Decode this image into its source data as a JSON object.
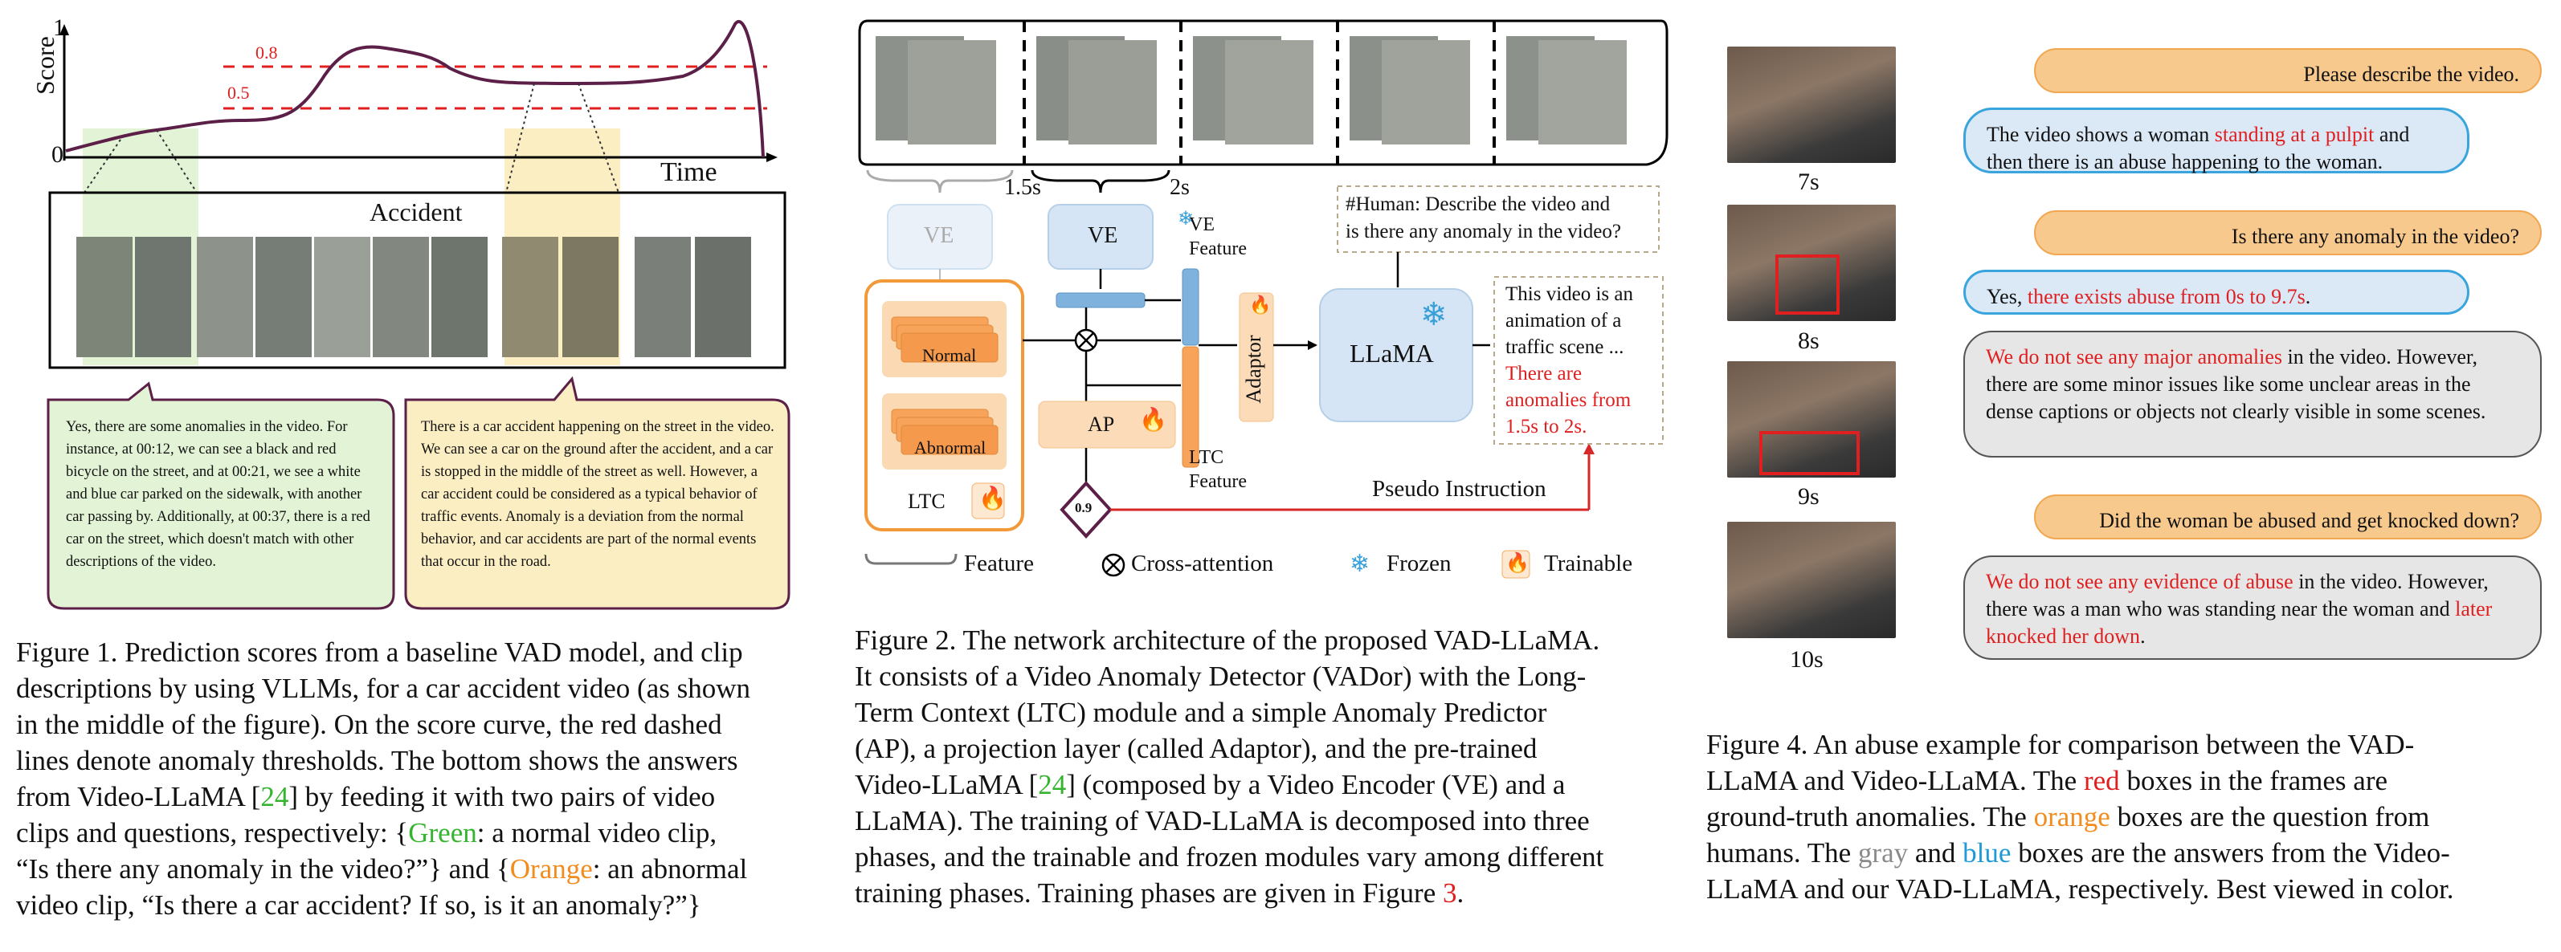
{
  "fig1": {
    "axis_score": "Score",
    "axis_time": "Time",
    "tick_1": "1",
    "tick_0": "0",
    "thr_08": "0.8",
    "thr_05": "0.5",
    "strip_title": "Accident",
    "green_bubble": "Yes, there are some anomalies in the video. For instance, at 00:12, we can see a black and red bicycle on the street, and at 00:21, we see a white and blue car parked on the sidewalk, with another car passing by. Additionally, at 00:37, there is a red car on the street, which doesn't match with other descriptions of the video.",
    "orange_bubble": "There is a car accident happening on the street in the video. We can see a car on the ground after the accident, and a car is stopped in the middle of the street as well. However, a car accident could be considered as a typical behavior of traffic events. Anomaly is a deviation from the normal behavior, and car accidents are part of the normal events that occur in the road.",
    "caption_lines": [
      "Figure 1.  Prediction scores from a baseline VAD model, and clip",
      "descriptions by using VLLMs, for a car accident video (as shown",
      "in the middle of the figure).  On the score curve, the red dashed",
      "lines denote anomaly thresholds.  The bottom shows the answers",
      "from Video-LLaMA [",
      "24",
      "] by feeding it with two pairs of video",
      "clips and questions, respectively: {",
      "Green",
      ": a normal video clip,",
      "“Is there any anomaly in the video?”} and {",
      "Orange",
      ": an abnormal",
      "video clip, “Is there a car accident? If so, is it an anomaly?”}"
    ]
  },
  "fig2": {
    "t15": "1.5s",
    "t2": "2s",
    "ve": "VE",
    "ve_feature": "VE\nFeature",
    "ve_feature_l1": "VE",
    "ve_feature_l2": "Feature",
    "ltc_feature_l1": "LTC",
    "ltc_feature_l2": "Feature",
    "normal": "Normal",
    "abnormal": "Abnormal",
    "ltc": "LTC",
    "ap": "AP",
    "adaptor": "Adaptor",
    "llama": "LLaMA",
    "score": "0.9",
    "human_l1": "#Human: Describe the video and",
    "human_l2": "is there any anomaly in the video?",
    "out_l1": "This video is an",
    "out_l2": "animation of a",
    "out_l3": "traffic scene ...",
    "out_l4": "There are",
    "out_l5": "anomalies from",
    "out_l6": "1.5s to 2s.",
    "pseudo": "Pseudo Instruction",
    "legend_feature": "Feature",
    "legend_cross": "Cross-attention",
    "legend_frozen": "Frozen",
    "legend_trainable": "Trainable",
    "caption": [
      "Figure 2. The network architecture of the proposed VAD-LLaMA.",
      "It consists of a Video Anomaly Detector (VADor) with the Long-",
      "Term Context (LTC) module and a simple Anomaly Predictor",
      "(AP), a projection layer (called Adaptor), and the pre-trained",
      "Video-LLaMA [",
      "24",
      "] (composed by a Video Encoder (VE) and a",
      "LLaMA). The training of VAD-LLaMA is decomposed into three",
      "phases, and the trainable and frozen modules vary among different",
      "training phases. Training phases are given in Figure ",
      "3",
      "."
    ]
  },
  "fig4": {
    "t7": "7s",
    "t8": "8s",
    "t9": "9s",
    "t10": "10s",
    "q1": "Please describe the video.",
    "a1_p1": "The video shows a woman ",
    "a1_red": "standing at a pulpit",
    "a1_p2": " and then there is an abuse happening to the woman.",
    "q2": "Is there any anomaly in the video?",
    "a2_p1": "Yes, ",
    "a2_red": "there exists abuse from 0s to 9.7s",
    "a2_p2": ".",
    "g1_red": "We do not see any major anomalies",
    "g1_rest": " in the video. However, there are some minor issues like some unclear areas in the dense captions or objects not clearly visible in some scenes.",
    "q3": "Did the woman be abused and get knocked down?",
    "g2_red": "We do not see any evidence of abuse",
    "g2_p1": " in the video. However, there was a man who was standing near the woman and ",
    "g2_red2": "later knocked her down",
    "g2_p2": ".",
    "caption": [
      "Figure 4.  An abuse example for comparison between the VAD-",
      "LLaMA and Video-LLaMA. The ",
      "red",
      " boxes in the frames are",
      "ground-truth anomalies.  The ",
      "orange",
      " boxes are the question from",
      "humans. The ",
      "gray",
      " and ",
      "blue",
      " boxes are the answers from the Video-",
      "LLaMA and our VAD-LLaMA, respectively. Best viewed in color."
    ]
  },
  "colors": {
    "red": "#e02020",
    "green_hl": "#e3f3d5",
    "yellow_hl": "#fbeec3",
    "purple_curve": "#5b1f48",
    "orange_box": "#f7c98d",
    "blue_box": "#dbe9f7",
    "gray_box": "#e6e6e6"
  }
}
